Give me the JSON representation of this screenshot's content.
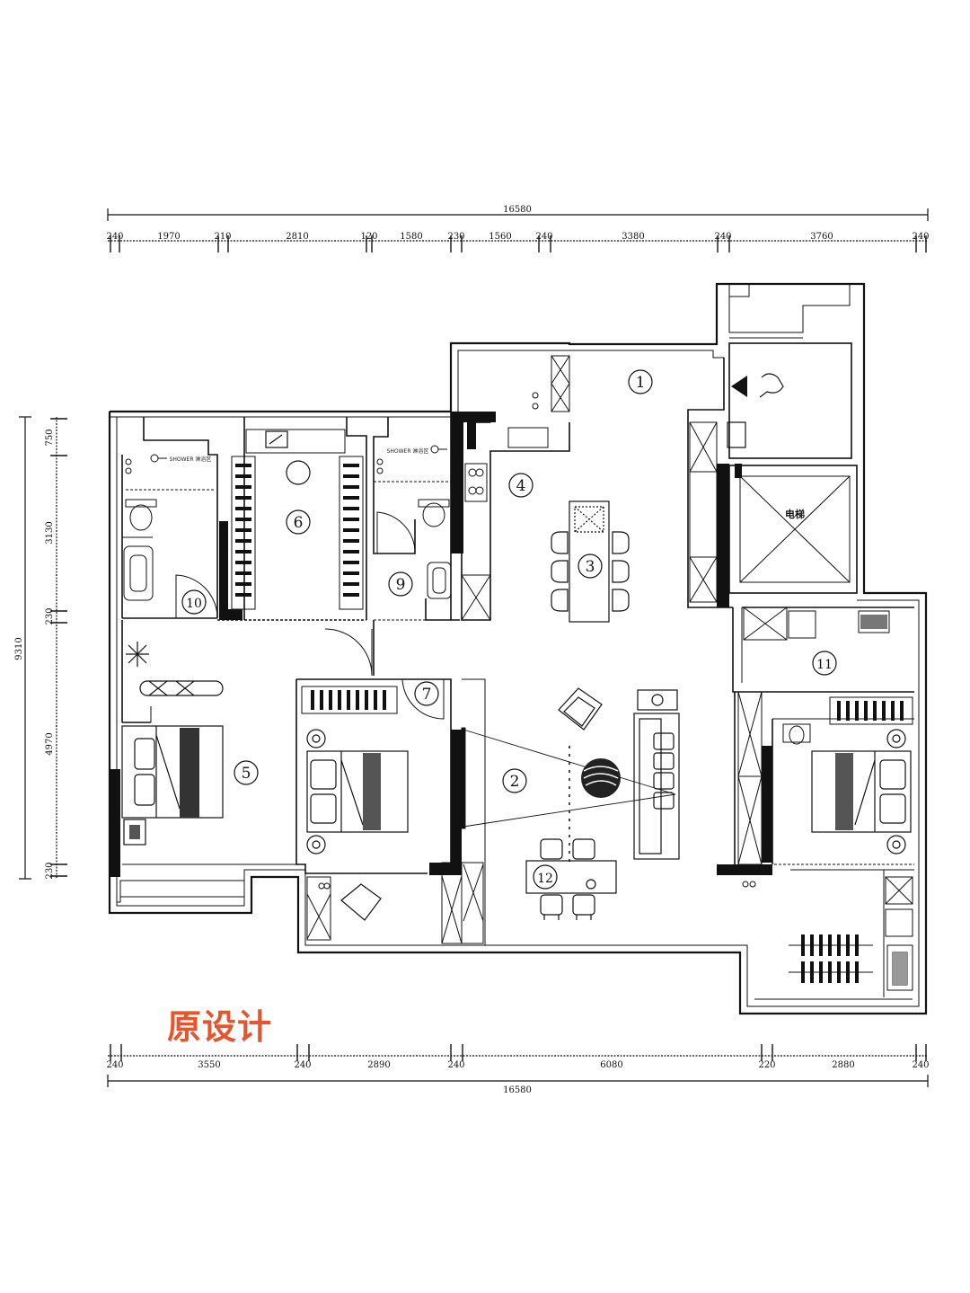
{
  "caption": "原设计",
  "colors": {
    "caption": "#e4572e",
    "line": "#111111"
  },
  "dimensions": {
    "top_total": "16580",
    "top": [
      "240",
      "1970",
      "210",
      "2810",
      "120",
      "1580",
      "230",
      "1560",
      "240",
      "3380",
      "240",
      "3760",
      "240"
    ],
    "bottom_total": "16580",
    "bottom": [
      "240",
      "3550",
      "240",
      "2890",
      "240",
      "6080",
      "220",
      "2880",
      "240"
    ],
    "left_total": "9310",
    "left": [
      "750",
      "3130",
      "230",
      "4970",
      "230"
    ]
  },
  "rooms": [
    "1",
    "2",
    "3",
    "4",
    "5",
    "6",
    "7",
    "9",
    "10",
    "11",
    "12"
  ],
  "labels": {
    "elevator": "电梯",
    "shower_a": "SHOWER 淋浴区",
    "shower_b": "SHOWER 淋浴区"
  },
  "icons": [
    "entry-arrow-icon",
    "elevator-shaft-icon",
    "bed-icon",
    "toilet-icon",
    "bathtub-icon",
    "chair-icon",
    "sofa-icon",
    "plant-icon",
    "sink-icon",
    "stove-icon"
  ]
}
